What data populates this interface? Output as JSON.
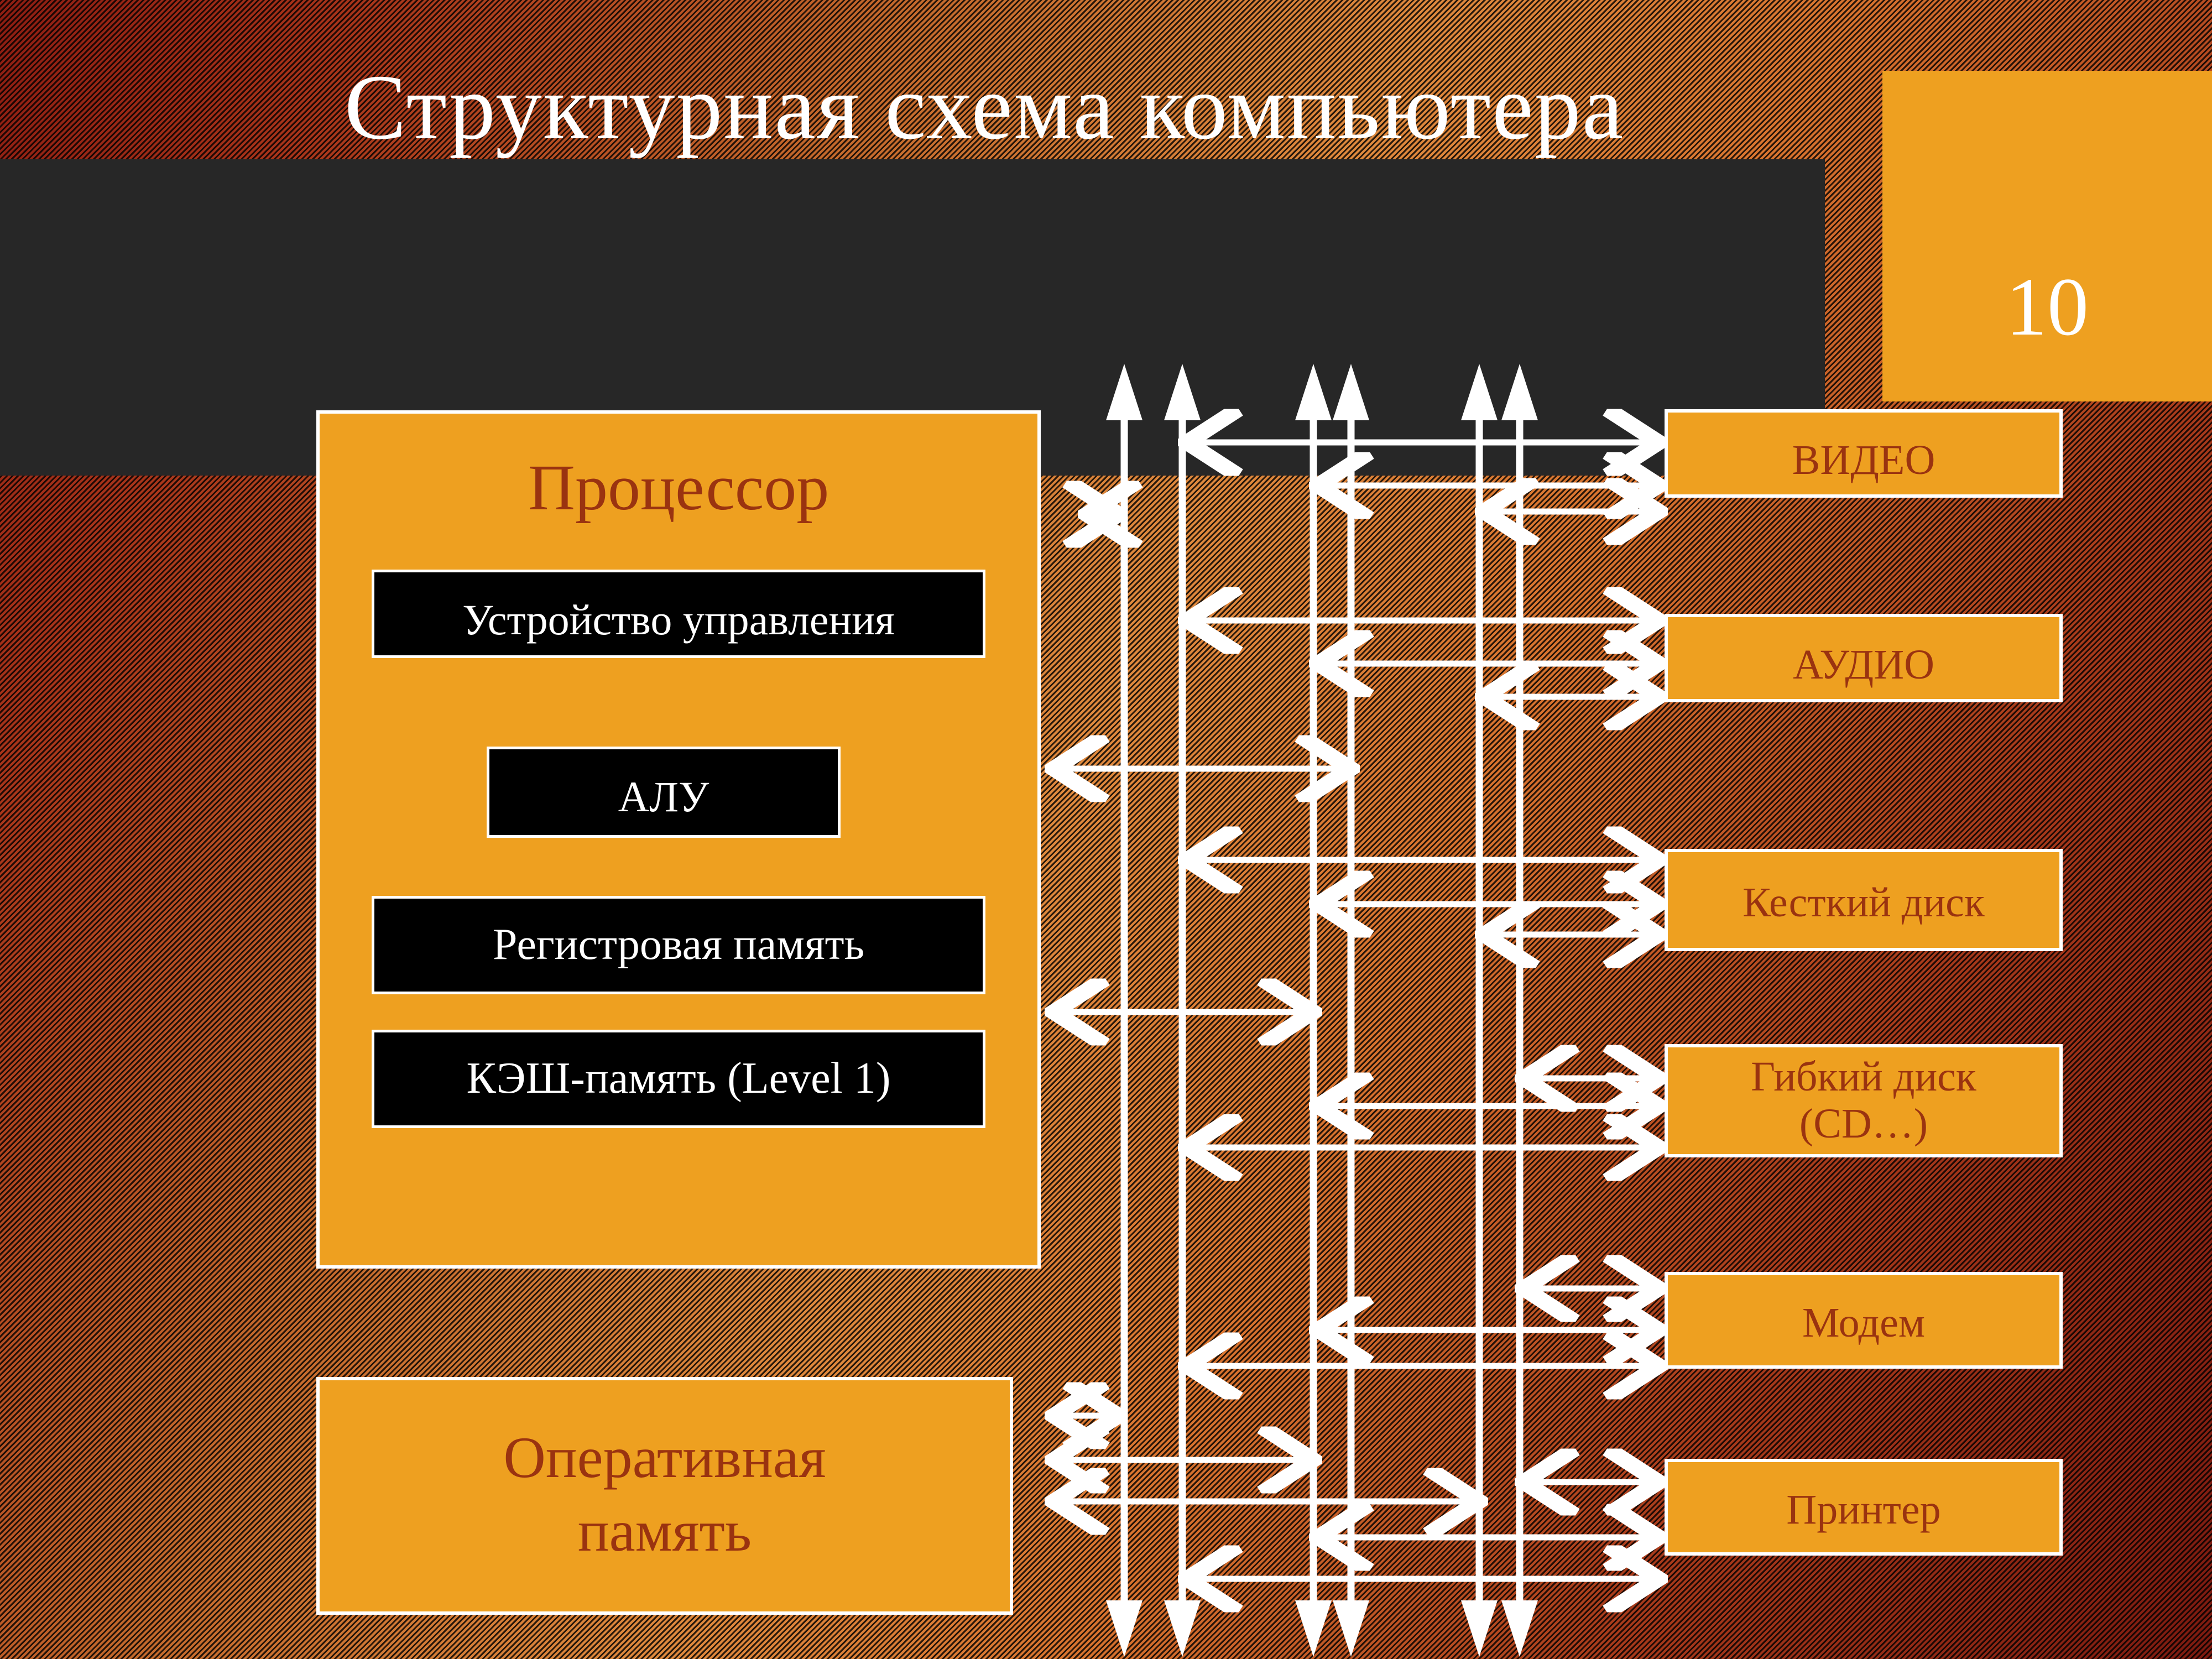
{
  "slide": {
    "title": "Структурная схема компьютера",
    "page_number": "10",
    "colors": {
      "panel_fill": "#eea020",
      "panel_border": "#ffffff",
      "panel_text": "#9a3310",
      "inner_fill": "#000000",
      "inner_text": "#ffffff",
      "band": "#272727",
      "wire": "#ffffff"
    }
  },
  "processor": {
    "title": "Процессор",
    "components": [
      {
        "label": "Устройство управления"
      },
      {
        "label": "АЛУ"
      },
      {
        "label": "Регистровая память"
      },
      {
        "label": "КЭШ-память (Level 1)"
      }
    ]
  },
  "memory": {
    "label_line1": "Оперативная",
    "label_line2": "память"
  },
  "devices": [
    {
      "label": "ВИДЕО"
    },
    {
      "label": "АУДИО"
    },
    {
      "label": "Кесткий диск"
    },
    {
      "label": "Гибкий диск",
      "label2": "(CD…)"
    },
    {
      "label": "Модем"
    },
    {
      "label": "Принтер"
    }
  ],
  "bus": {
    "lines": 6,
    "arrowheads": "both-ends",
    "connector_symbol": "<->"
  }
}
